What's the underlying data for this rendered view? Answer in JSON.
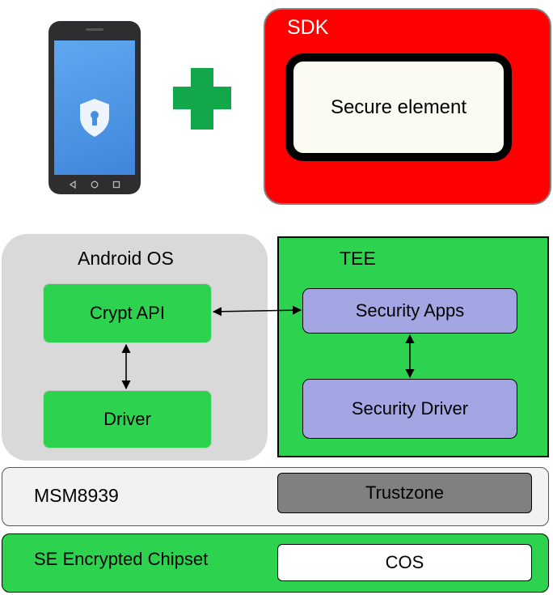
{
  "top": {
    "phone_icon": "smartphone-shield-icon",
    "plus_icon": "plus-icon",
    "sdk_title": "SDK",
    "secure_element_label": "Secure element"
  },
  "android": {
    "title": "Android OS",
    "crypt_api_label": "Crypt API",
    "driver_label": "Driver"
  },
  "tee": {
    "title": "TEE",
    "security_apps_label": "Security Apps",
    "security_driver_label": "Security Driver"
  },
  "msm": {
    "label": "MSM8939",
    "trustzone_label": "Trustzone"
  },
  "se_chipset": {
    "label": "SE Encrypted Chipset",
    "cos_label": "COS"
  },
  "colors": {
    "green": "#2dd34f",
    "plus_green": "#12a84a",
    "sdk_red": "#ff0000",
    "purple": "#a4a6e4",
    "android_gray": "#d9d9d9",
    "trustzone_gray": "#808080"
  }
}
